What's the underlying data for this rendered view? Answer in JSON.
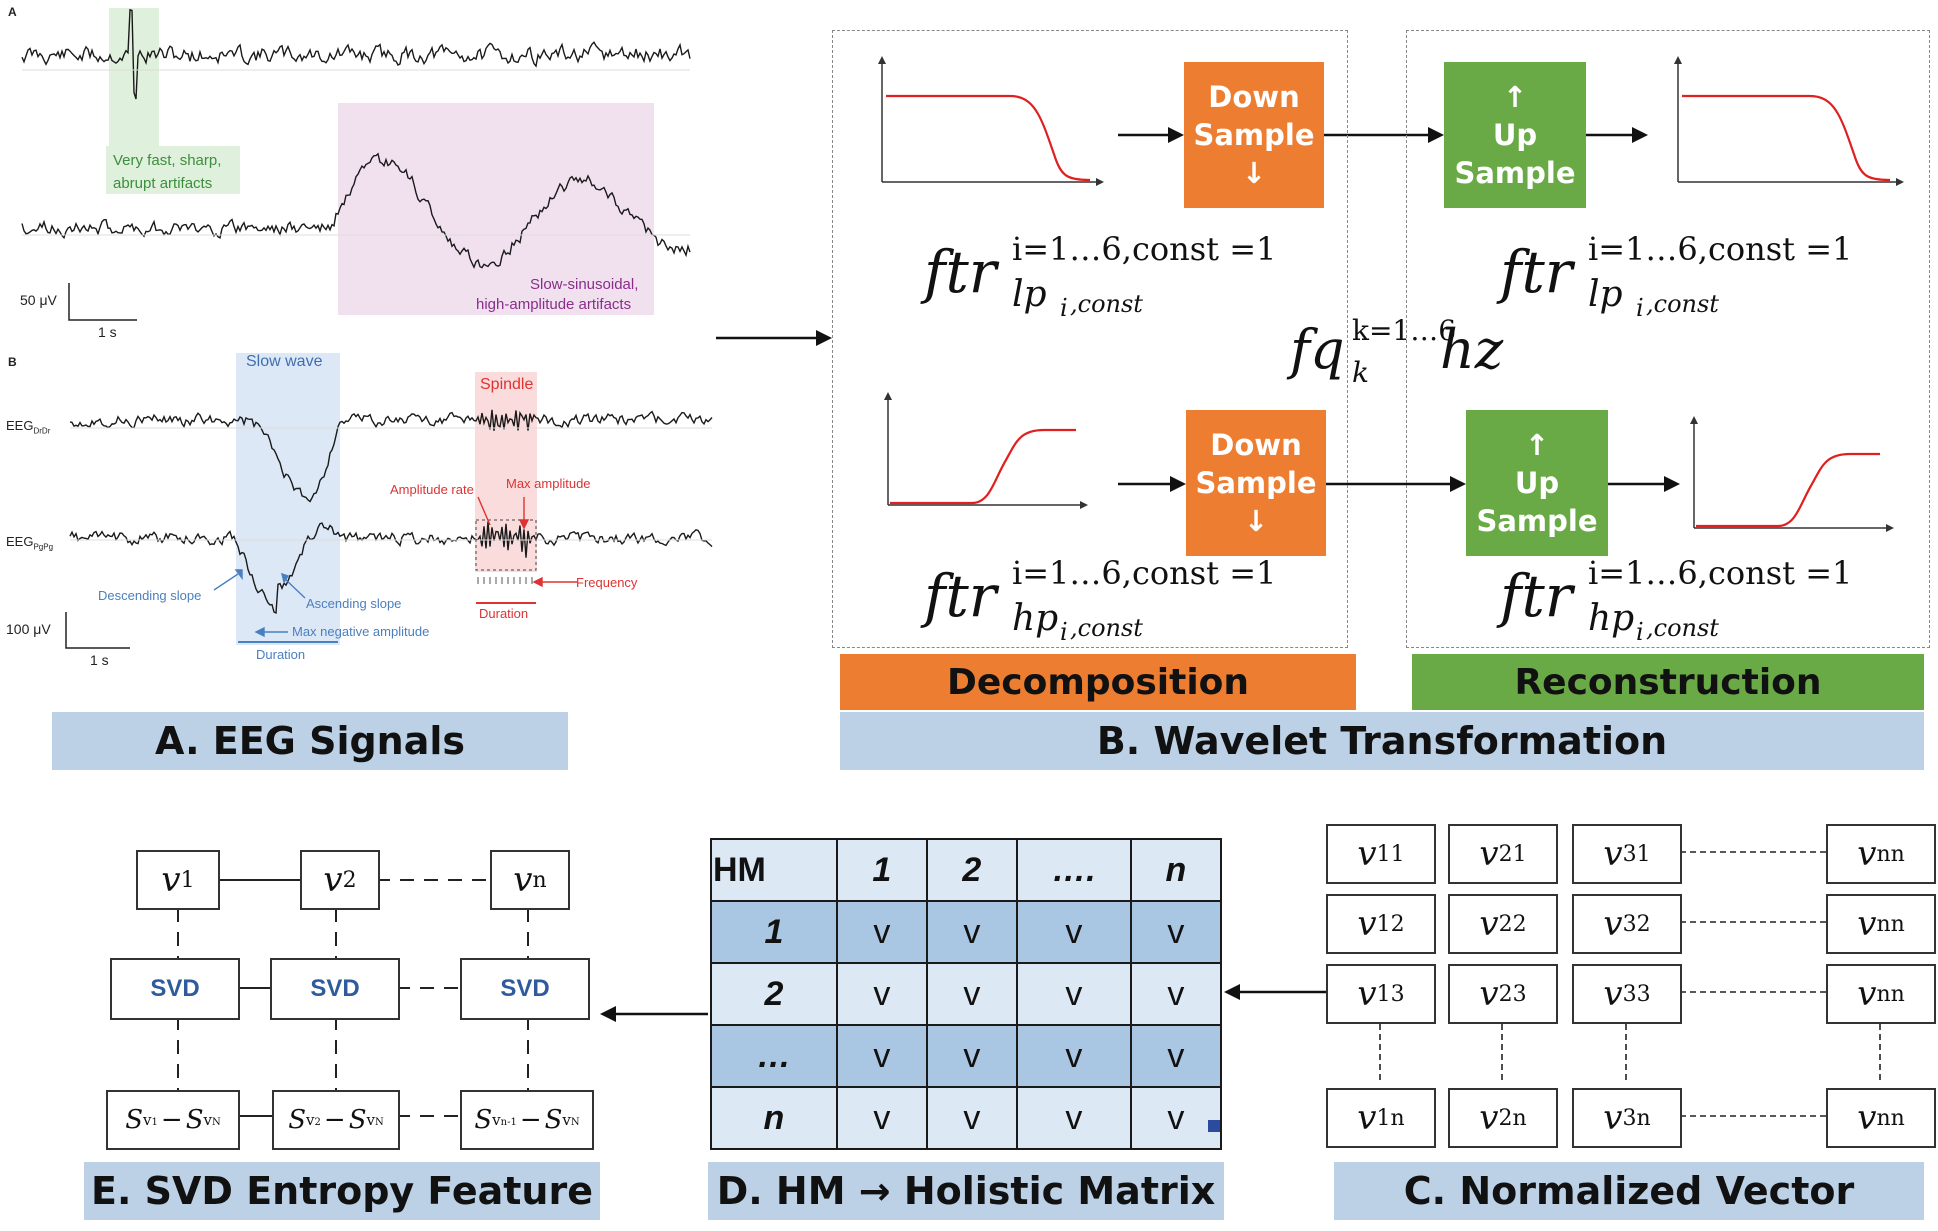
{
  "panel_a": {
    "label": "A. EEG Signals",
    "sub_a": "A",
    "sub_b": "B",
    "fast_artifact": [
      "Very fast, sharp,",
      "abrupt artifacts"
    ],
    "slow_artifact": [
      "Slow-sinusoidal,",
      "high-amplitude artifacts"
    ],
    "scale_a_amp": "50 μV",
    "scale_a_time": "1 s",
    "slow_wave": "Slow wave",
    "spindle": "Spindle",
    "eeg_fr": "EEG",
    "eeg_fr_sub": "DrDr",
    "eeg_pg": "EEG",
    "eeg_pg_sub": "PgPg",
    "amplitude_rate": "Amplitude rate",
    "max_amplitude": "Max amplitude",
    "frequency": "Frequency",
    "duration_red": "Duration",
    "descending_slope": "Descending slope",
    "ascending_slope": "Ascending slope",
    "max_negative": "Max negative amplitude",
    "duration_blue": "Duration",
    "scale_b_amp": "100 μV",
    "scale_b_time": "1 s"
  },
  "panel_b": {
    "label": "B. Wavelet Transformation",
    "down_sample": [
      "Down",
      "Sample",
      "↓"
    ],
    "up_sample": [
      "↑",
      "Up",
      "Sample"
    ],
    "ftr": "ftr",
    "lp": "lp",
    "hp": "hp",
    "i_sub": "i",
    "const_sub": ",const",
    "superscript": "i=1…6,const =1",
    "fq": "fq",
    "fq_sub": "k",
    "fq_sup": "k=1…6",
    "hz": "hz",
    "decomposition": "Decomposition",
    "reconstruction": "Reconstruction",
    "colors": {
      "orange": "#ed7d31",
      "green": "#6aaa46",
      "label_bg": "#bcd0e6",
      "filter_red": "#e02020"
    }
  },
  "panel_c": {
    "label": "C. Normalized Vector",
    "rows": [
      [
        [
          "v",
          "11"
        ],
        [
          "v",
          "21"
        ],
        [
          "v",
          "31"
        ],
        [
          "v",
          "nn"
        ]
      ],
      [
        [
          "v",
          "12"
        ],
        [
          "v",
          "22"
        ],
        [
          "v",
          "32"
        ],
        [
          "v",
          "nn"
        ]
      ],
      [
        [
          "v",
          "13"
        ],
        [
          "v",
          "23"
        ],
        [
          "v",
          "33"
        ],
        [
          "v",
          "nn"
        ]
      ],
      [
        [
          "v",
          "1n"
        ],
        [
          "v",
          "2n"
        ],
        [
          "v",
          "3n"
        ],
        [
          "v",
          "nn"
        ]
      ]
    ]
  },
  "panel_d": {
    "label": "D. HM → Holistic Matrix",
    "header": [
      "HM",
      "1",
      "2",
      "….",
      "n"
    ],
    "rows": [
      [
        "1",
        "v",
        "v",
        "v",
        "v"
      ],
      [
        "2",
        "v",
        "v",
        "v",
        "v"
      ],
      [
        "…",
        "v",
        "v",
        "v",
        "v"
      ],
      [
        "n",
        "v",
        "v",
        "v",
        "v"
      ]
    ]
  },
  "panel_e": {
    "label": "E. SVD Entropy Feature",
    "top": [
      [
        "v",
        "1"
      ],
      [
        "v",
        "2"
      ],
      [
        "v",
        "n"
      ]
    ],
    "svd": "SVD",
    "entropy": [
      {
        "a": "S",
        "a_sub": "v",
        "a_sub2": "1",
        "b": "S",
        "b_sub": "v",
        "b_sub2": "N"
      },
      {
        "a": "S",
        "a_sub": "v",
        "a_sub2": "2",
        "b": "S",
        "b_sub": "v",
        "b_sub2": "N"
      },
      {
        "a": "S",
        "a_sub": "v",
        "a_sub2": "n-1",
        "b": "S",
        "b_sub": "v",
        "b_sub2": "N"
      }
    ],
    "minus": "−"
  }
}
